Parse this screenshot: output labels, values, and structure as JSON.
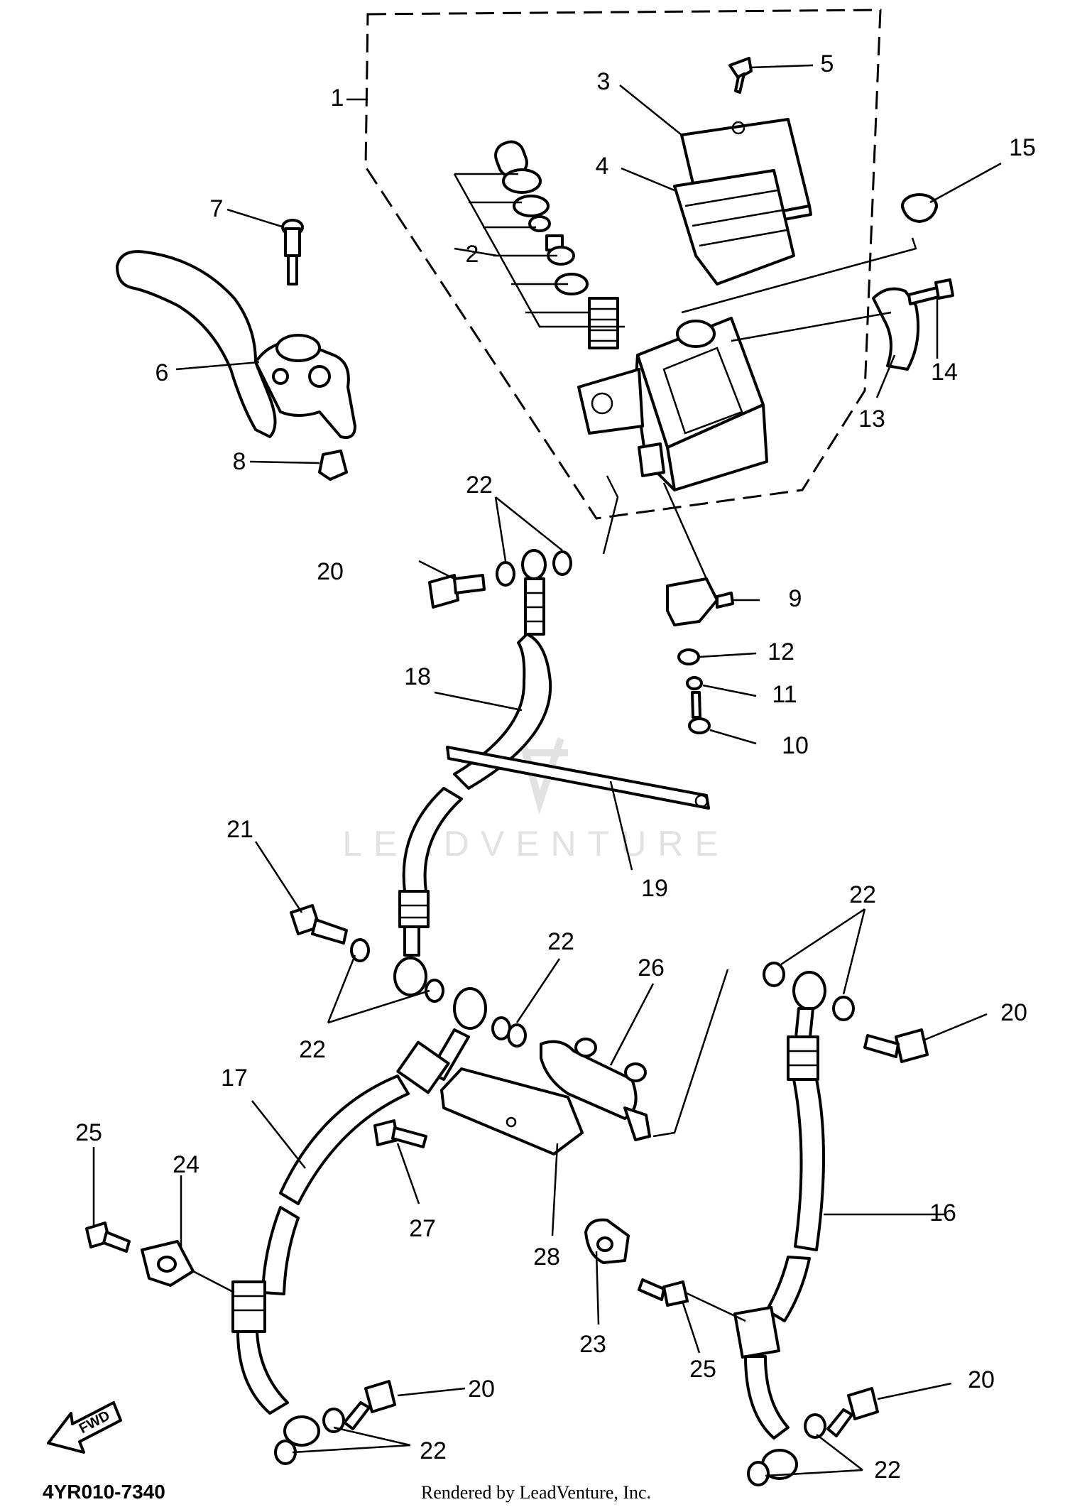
{
  "diagram_code": "4YR010-7340",
  "rendered_by": "Rendered by LeadVenture, Inc.",
  "watermark": "LEADVENTURE",
  "fwd_label": "FWD",
  "callouts": {
    "c1": "1",
    "c2": "2",
    "c3": "3",
    "c4": "4",
    "c5": "5",
    "c6": "6",
    "c7": "7",
    "c8": "8",
    "c9": "9",
    "c10": "10",
    "c11": "11",
    "c12": "12",
    "c13": "13",
    "c14": "14",
    "c15": "15",
    "c16": "16",
    "c17": "17",
    "c18": "18",
    "c19": "19",
    "c20a": "20",
    "c20b": "20",
    "c20c": "20",
    "c20d": "20",
    "c21": "21",
    "c22a": "22",
    "c22b": "22",
    "c22c": "22",
    "c22d": "22",
    "c22e": "22",
    "c22f": "22",
    "c23": "23",
    "c24": "24",
    "c25a": "25",
    "c25b": "25",
    "c26": "26",
    "c27": "27",
    "c28": "28"
  }
}
